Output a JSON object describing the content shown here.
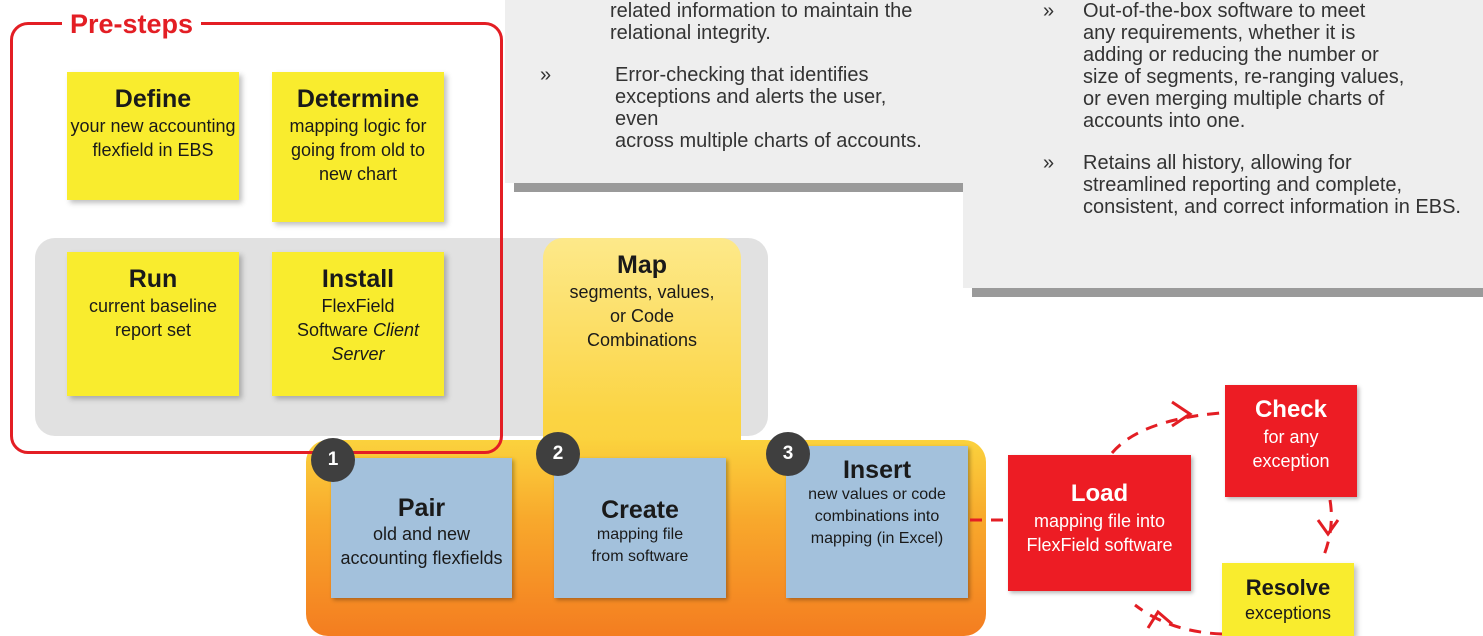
{
  "pre_steps": {
    "title": "Pre-steps",
    "define": {
      "title": "Define",
      "lines": [
        "your new accounting",
        "flexfield in EBS"
      ]
    },
    "determine": {
      "title": "Determine",
      "lines": [
        "mapping logic for",
        "going from old to",
        "new chart"
      ]
    },
    "run": {
      "title": "Run",
      "lines": [
        "current baseline",
        "report set"
      ]
    },
    "install": {
      "title": "Install",
      "lines": [
        "FlexField",
        "Software ",
        "Client",
        "Server"
      ]
    }
  },
  "center_panel": {
    "items": [
      {
        "lines": [
          "related information to maintain the",
          "relational integrity."
        ]
      },
      {
        "marker": "»",
        "lines": [
          "Error-checking that identifies",
          "exceptions and alerts the user, even",
          "across multiple charts of accounts."
        ]
      }
    ]
  },
  "right_panel": {
    "items": [
      {
        "marker": "»",
        "lines": [
          "Out-of-the-box software to meet",
          "any requirements, whether it is",
          "adding or reducing the number or",
          "size of segments, re-ranging values,",
          "or even merging multiple charts of",
          "accounts into one."
        ]
      },
      {
        "marker": "»",
        "lines": [
          "Retains all history, allowing for",
          "streamlined reporting and complete,",
          "consistent, and correct information in EBS."
        ]
      }
    ]
  },
  "map": {
    "title": "Map",
    "lines": [
      "segments, values,",
      "or Code",
      "Combinations"
    ]
  },
  "steps": [
    {
      "number": "1",
      "title": "Pair",
      "lines": [
        "old and new",
        "accounting flexfields"
      ]
    },
    {
      "number": "2",
      "title": "Create",
      "lines": [
        "mapping file",
        "from software"
      ]
    },
    {
      "number": "3",
      "title": "Insert",
      "lines": [
        "new values or code",
        "combinations into",
        "mapping (in Excel)"
      ]
    }
  ],
  "cycle": {
    "load": {
      "title": "Load",
      "lines": [
        "mapping file into",
        "FlexField software"
      ]
    },
    "check": {
      "title": "Check",
      "lines": [
        "for any",
        "exception"
      ]
    },
    "resolve": {
      "title": "Resolve",
      "lines": [
        "exceptions"
      ]
    }
  },
  "colors": {
    "red": "#ed1c24",
    "yellow": "#f9ec2e",
    "blue": "#a3c1dc",
    "orange": "#f47d20",
    "gray": "#eeeeee"
  }
}
